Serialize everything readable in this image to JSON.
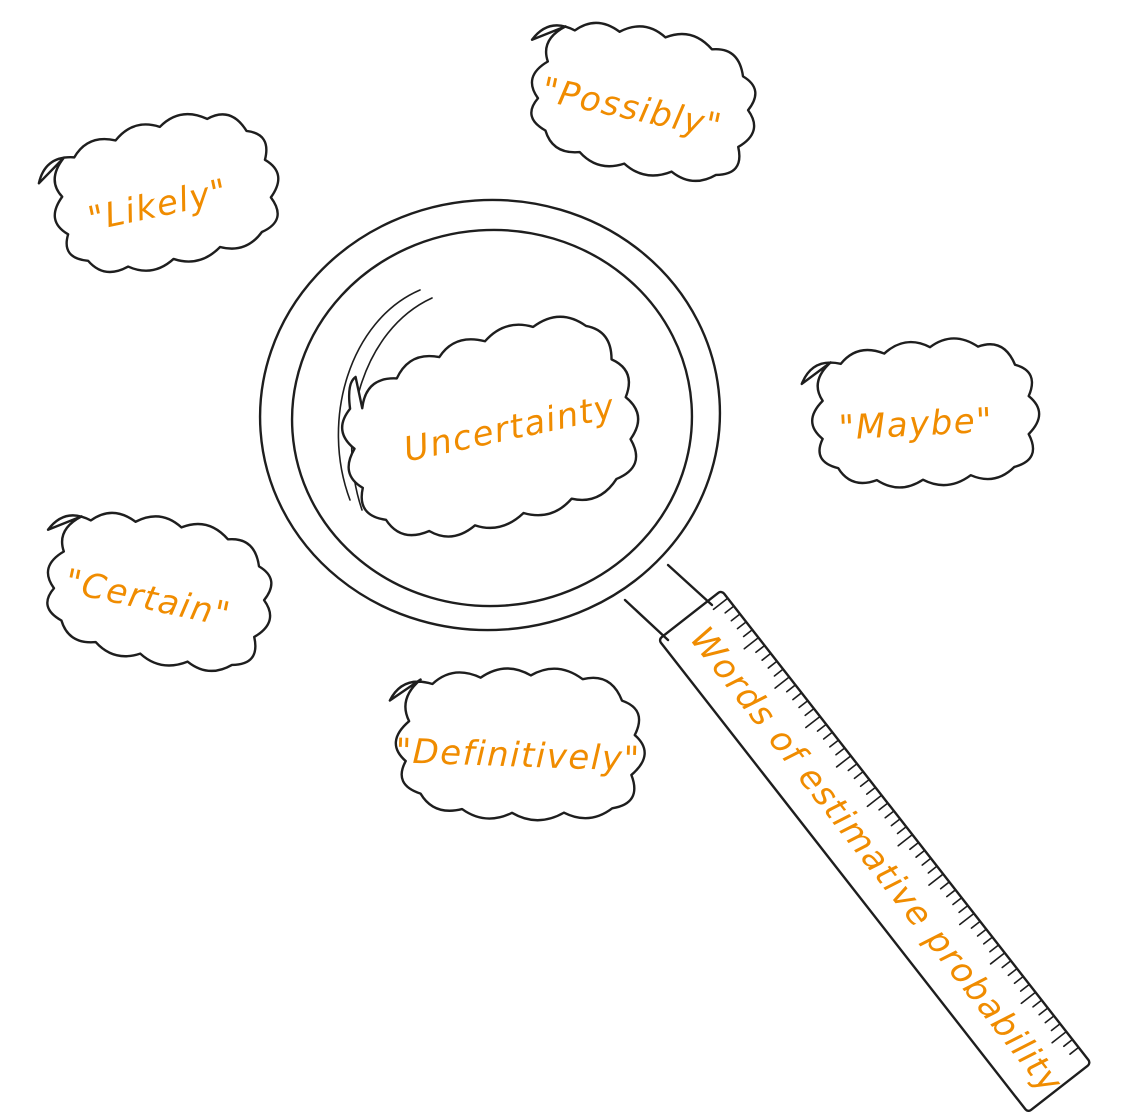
{
  "diagram": {
    "accent_color": "#f08c00",
    "ink_color": "#1e1e1e",
    "center_concept": "Uncertainty",
    "terms": [
      {
        "id": "likely",
        "text": "\"Likely\""
      },
      {
        "id": "possibly",
        "text": "\"Possibly\""
      },
      {
        "id": "maybe",
        "text": "\"Maybe\""
      },
      {
        "id": "certain",
        "text": "\"Certain\""
      },
      {
        "id": "definitively",
        "text": "\"Definitively\""
      }
    ],
    "handle_label": "Words of estimative probability",
    "icons": [
      "magnifying-glass-icon"
    ]
  }
}
